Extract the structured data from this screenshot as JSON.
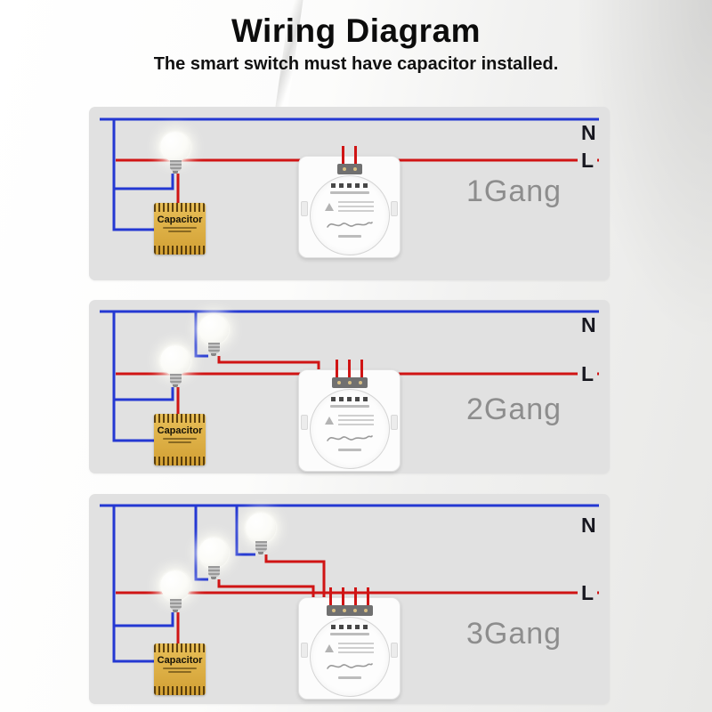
{
  "header": {
    "title": "Wiring Diagram",
    "subtitle": "The smart switch must have capacitor installed."
  },
  "labels": {
    "neutral": "N",
    "live": "L",
    "capacitor": "Capacitor"
  },
  "panels": [
    {
      "gang_label": "1Gang",
      "bulbs": 1
    },
    {
      "gang_label": "2Gang",
      "bulbs": 2
    },
    {
      "gang_label": "3Gang",
      "bulbs": 3
    }
  ],
  "colors": {
    "neutral_wire": "#2438d2",
    "live_wire": "#d01414",
    "capacitor_body": "#d9a83e",
    "panel_background": "#e1e1e1",
    "gang_label_text": "#8d8d8d"
  }
}
